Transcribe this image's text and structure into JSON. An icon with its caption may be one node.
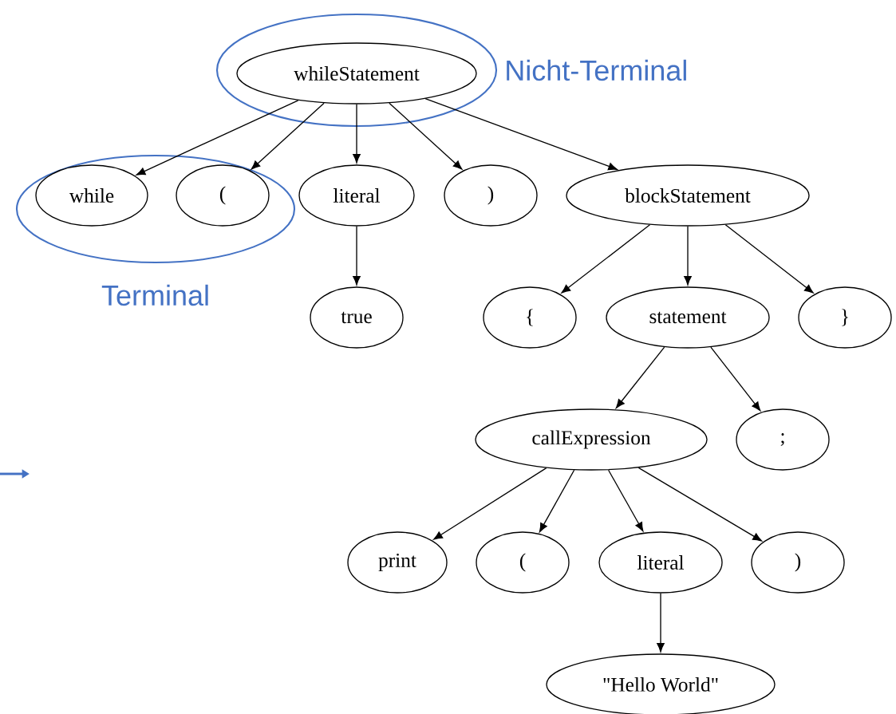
{
  "diagram": {
    "nodes": [
      {
        "text": [
          "Nicht-Terminal"
        ]
      },
      {
        "text": [
          "whileStatement"
        ],
        "in": 0
      },
      {
        "text": [
          "Terminal"
        ]
      },
      {
        "text": [
          "while"
        ],
        "in": 2
      },
      {
        "text": [
          "("
        ],
        "in": 2
      },
      {
        "text": [
          "literal"
        ]
      },
      {
        "text": [
          ")"
        ]
      },
      {
        "text": [
          "blockStatement"
        ]
      },
      {
        "text": [
          "true"
        ]
      },
      {
        "text": [
          "{"
        ]
      },
      {
        "text": [
          "statement"
        ]
      },
      {
        "text": [
          "}"
        ]
      },
      {
        "text": [
          "callExpression"
        ]
      },
      {
        "text": [
          ";"
        ]
      },
      {
        "text": [
          "print"
        ]
      },
      {
        "text": [
          "("
        ]
      },
      {
        "text": [
          "literal"
        ]
      },
      {
        "text": [
          ")"
        ]
      },
      {
        "text": [
          "\"Hello World\""
        ]
      }
    ],
    "edges": [
      {
        "from": 1,
        "to": 3,
        "arrow": "to"
      },
      {
        "from": 1,
        "to": 4,
        "arrow": "to"
      },
      {
        "from": 1,
        "to": 5,
        "arrow": "to"
      },
      {
        "from": 1,
        "to": 6,
        "arrow": "to"
      },
      {
        "from": 1,
        "to": 7,
        "arrow": "to"
      },
      {
        "from": 5,
        "to": 8,
        "arrow": "to"
      },
      {
        "from": 7,
        "to": 9,
        "arrow": "to"
      },
      {
        "from": 7,
        "to": 10,
        "arrow": "to"
      },
      {
        "from": 7,
        "to": 11,
        "arrow": "to"
      },
      {
        "from": 10,
        "to": 12,
        "arrow": "to"
      },
      {
        "from": 10,
        "to": 13,
        "arrow": "to"
      },
      {
        "from": 12,
        "to": 14,
        "arrow": "to"
      },
      {
        "from": 12,
        "to": 15,
        "arrow": "to"
      },
      {
        "from": 12,
        "to": 16,
        "arrow": "to"
      },
      {
        "from": 12,
        "to": 17,
        "arrow": "to"
      },
      {
        "from": 16,
        "to": 18,
        "arrow": "to"
      }
    ]
  }
}
